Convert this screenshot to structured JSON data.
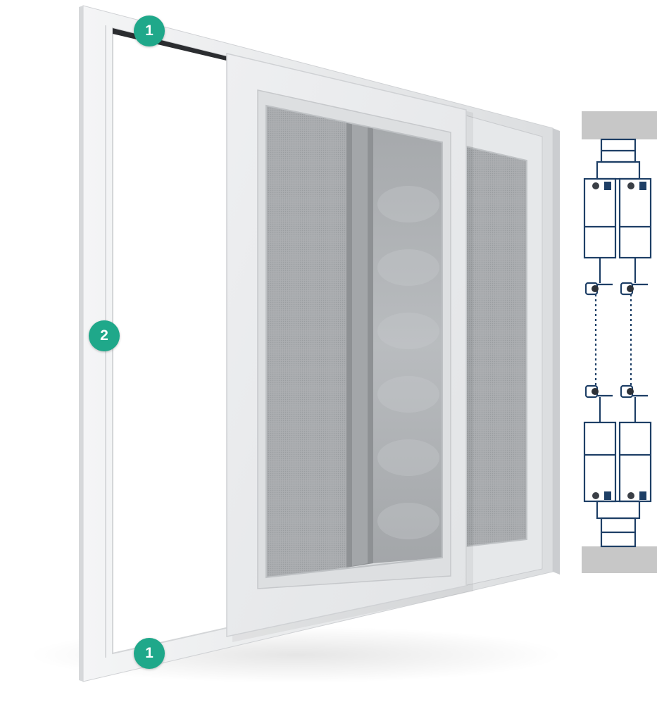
{
  "callouts": [
    {
      "id": "top-rail",
      "label": "1"
    },
    {
      "id": "side-jamb",
      "label": "2"
    },
    {
      "id": "bottom-rail",
      "label": "1"
    }
  ],
  "colors": {
    "accent": "#1FA88A",
    "profile_outline": "#1E3F66",
    "frame": "#E9EAEC",
    "mesh": "#A9ACAF",
    "wall_block": "#C7C7C7"
  },
  "icons": [
    "numbered-callout-badge"
  ]
}
